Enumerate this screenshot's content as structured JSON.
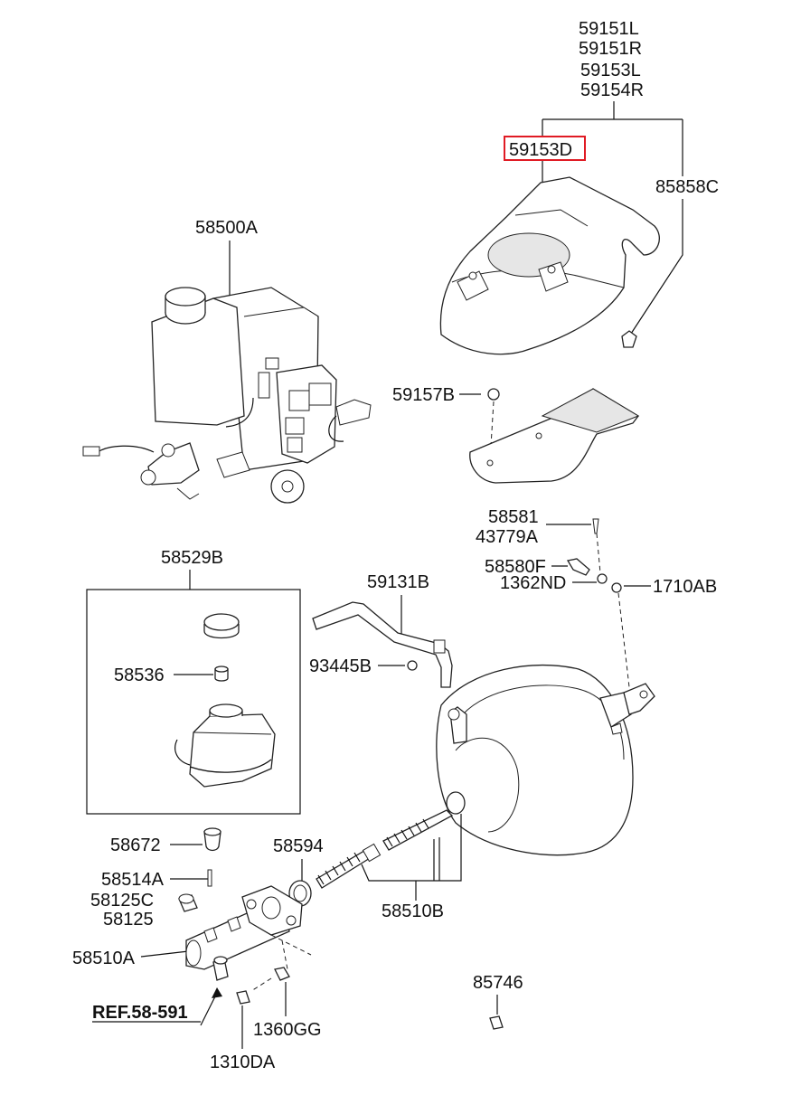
{
  "labels": {
    "p59151L": "59151L",
    "p59151R": "59151R",
    "p59153L": "59153L",
    "p59154R": "59154R",
    "p59153D": "59153D",
    "p85858C": "85858C",
    "p58500A": "58500A",
    "p59157B": "59157B",
    "p58581": "58581",
    "p43779A": "43779A",
    "p58580F": "58580F",
    "p1362ND": "1362ND",
    "p1710AB": "1710AB",
    "p58529B": "58529B",
    "p59131B": "59131B",
    "p58536": "58536",
    "p93445B": "93445B",
    "p58672": "58672",
    "p58594": "58594",
    "p58514A": "58514A",
    "p58125C": "58125C",
    "p58125": "58125",
    "p58510B": "58510B",
    "p58510A": "58510A",
    "p85746": "85746",
    "ref": "REF.58-591",
    "p1360GG": "1360GG",
    "p1310DA": "1310DA"
  },
  "colors": {
    "highlight": "#e01b24",
    "line": "#111111",
    "background": "#ffffff"
  }
}
